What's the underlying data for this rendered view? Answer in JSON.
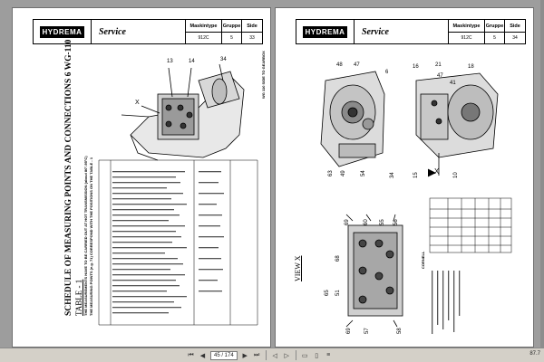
{
  "header": {
    "logo_text": "HYDREMA",
    "service_label": "Service",
    "col_machine_type": "Maskintype",
    "col_group": "Gruppe",
    "col_side": "Side",
    "machine_type": "912C",
    "group": "5",
    "left_side": "33",
    "right_side": "34"
  },
  "left_page": {
    "title": "SCHEDULE OF MEASURING POINTS AND CONNECTIONS 6 WG-110",
    "subtitle": "TABLE - 1",
    "note_line1": "THE MEASUREMENTS HAVE TO BE CARRIED OUT AT HOT TRANSMISSION (about 80°-95°C)",
    "note_line2": "THE MEASURING POINTS (e.g. 71) CORRESPOND WITH THE POSITIONS ON THE TABLE - 1",
    "callouts": [
      "13",
      "14",
      "34",
      "X"
    ],
    "side_label": "WG 110 SIDE TO GEARBOX"
  },
  "right_page": {
    "view_label": "VIEW X",
    "top_callouts": [
      "48",
      "47",
      "6",
      "16",
      "21",
      "47",
      "18",
      "41"
    ],
    "side_callouts": [
      "63",
      "49",
      "54",
      "34",
      "15",
      "X",
      "10"
    ],
    "lower_callouts": [
      "69",
      "60",
      "55",
      "56",
      "68",
      "65",
      "51",
      "69",
      "57",
      "58"
    ],
    "table_title": "CORNELL"
  },
  "toolbar": {
    "page_indicator": "45 / 174",
    "zoom": "87.7"
  },
  "colors": {
    "background": "#9d9d9d",
    "page": "#ffffff",
    "toolbar": "#d4d0c8"
  }
}
